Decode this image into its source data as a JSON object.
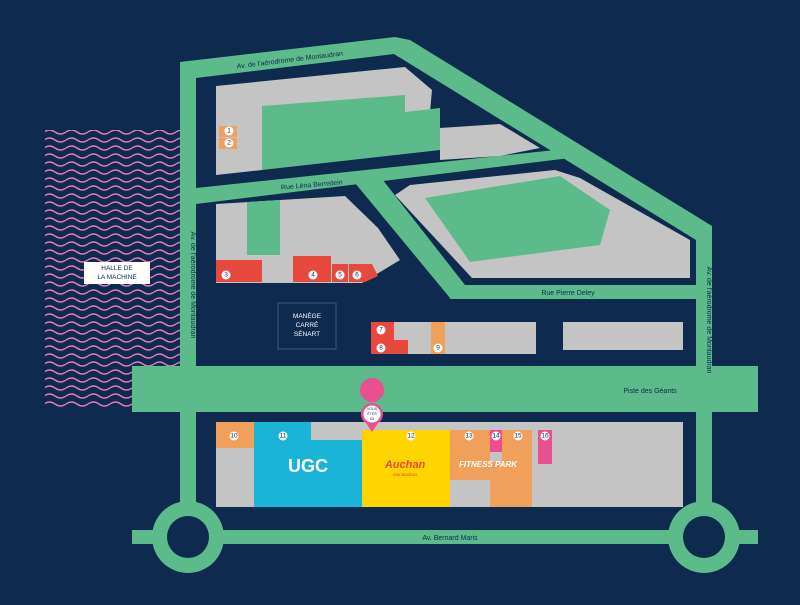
{
  "streets": {
    "av_aerodrome_top": "Av. de l'aérodrome de Montaudran",
    "av_aerodrome_left": "Av. de l'aérodrome de Montaudran",
    "av_aerodrome_right": "Av. de l'aérodrome de Montaudran",
    "rue_lena": "Rue Léna Bernstein",
    "rue_pierre": "Rue Pierre Deley",
    "piste": "Piste des Géants",
    "av_bernard": "Av. Bernard Maris"
  },
  "places": {
    "halle_line1": "HALLE DE",
    "halle_line2": "LA MACHINE",
    "manege_line1": "MANÈGE",
    "manege_line2": "CARRÉ",
    "manege_line3": "SÉNART"
  },
  "you_are_here": {
    "line1": "VOUS",
    "line2": "ÊTES",
    "line3": "ICI"
  },
  "stores": {
    "ugc": "UGC",
    "auchan": "Auchan",
    "auchan_sub": "Montaudran",
    "fitness": "FITNESS PARK"
  },
  "numbers": [
    "1",
    "2",
    "3",
    "4",
    "5",
    "6",
    "7",
    "8",
    "9",
    "10",
    "11",
    "12",
    "13",
    "14",
    "15",
    "16"
  ],
  "colors": {
    "background": "#0e2a4f",
    "road": "#5dbb8b",
    "building": "#c4c4c4",
    "orange": "#f0a05a",
    "red": "#e8493f",
    "cyan": "#1ab4d6",
    "yellow": "#ffd500",
    "pink": "#e8508f",
    "wave": "#e07ab7"
  }
}
